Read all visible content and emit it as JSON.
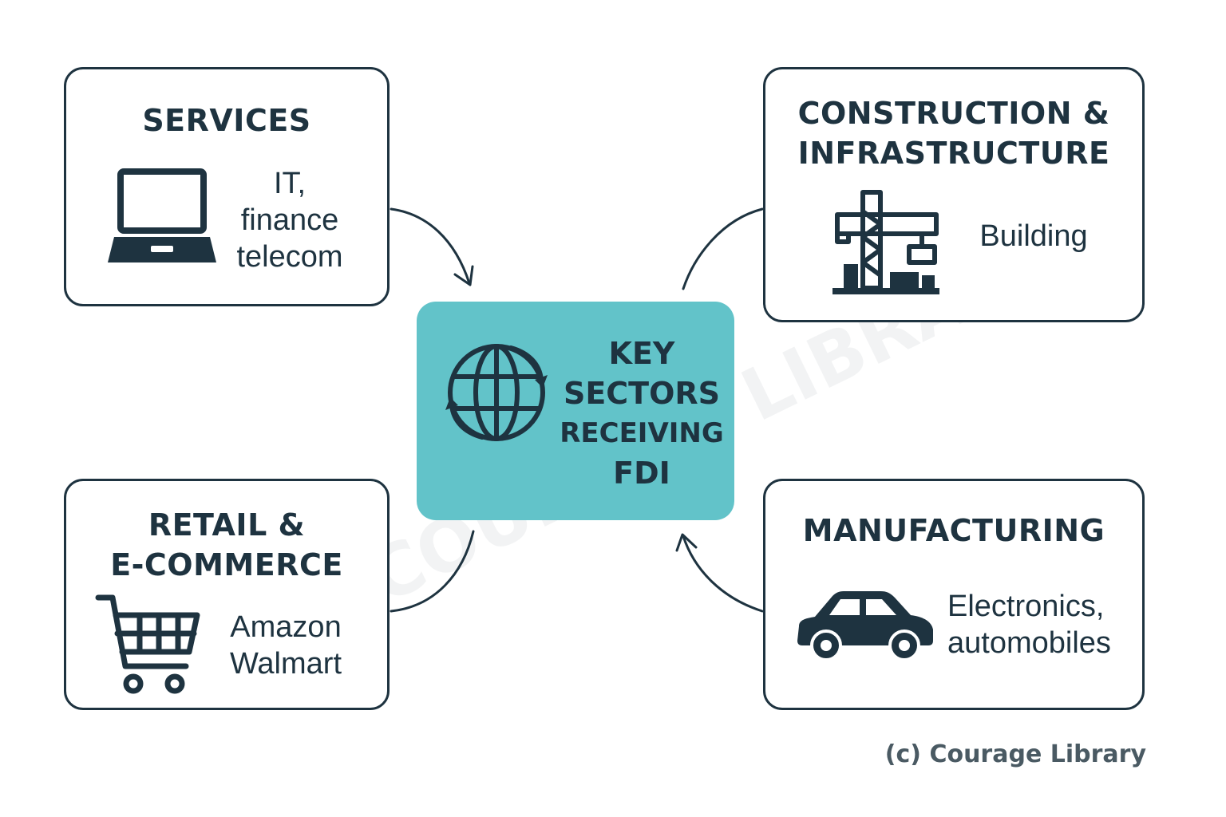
{
  "center": {
    "title_lines": [
      "KEY",
      "SECTORS",
      "RECEIVING",
      "FDI"
    ],
    "icon": "globe-exchange-icon",
    "fill_color": "#62c3c9"
  },
  "sectors": {
    "services": {
      "title": "SERVICES",
      "desc_lines": [
        "IT,",
        "finance",
        "telecom"
      ],
      "icon": "laptop-icon"
    },
    "construction": {
      "title_lines": [
        "CONSTRUCTION &",
        "INFRASTRUCTURE"
      ],
      "desc_lines": [
        "Building"
      ],
      "icon": "crane-icon"
    },
    "retail": {
      "title_lines": [
        "RETAIL &",
        "E-COMMERCE"
      ],
      "desc_lines": [
        "Amazon",
        "Walmart"
      ],
      "icon": "shopping-cart-icon"
    },
    "manufacturing": {
      "title": "MANUFACTURING",
      "desc_lines": [
        "Electronics,",
        "automobiles"
      ],
      "icon": "car-icon"
    }
  },
  "watermark": "COURAGE LIBRARY",
  "credit": "(c) Courage Library",
  "colors": {
    "ink": "#1e3340",
    "center": "#62c3c9"
  }
}
